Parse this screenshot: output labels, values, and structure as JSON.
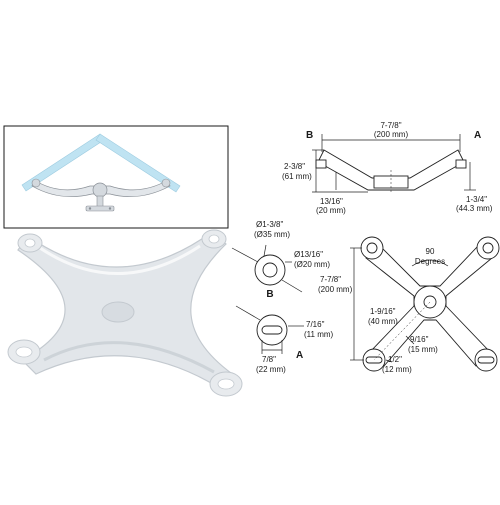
{
  "colors": {
    "background": "#ffffff",
    "line": "#222222",
    "photo_metal": "#e2e6ea",
    "glass": "#bfe3f2",
    "inset_border": "#1a1a1a"
  },
  "side_view": {
    "label_left": "B",
    "label_right": "A",
    "overall_width_in": "7-7/8\"",
    "overall_width_mm": "(200 mm)",
    "height_in": "2-3/8\"",
    "height_mm": "(61 mm)",
    "offset_left_in": "13/16\"",
    "offset_left_mm": "(20 mm)",
    "offset_right_in": "1-3/4\"",
    "offset_right_mm": "(44.3 mm)"
  },
  "detail_b": {
    "label": "B",
    "outer_dia_in": "Ø1-3/8\"",
    "outer_dia_mm": "(Ø35 mm)",
    "inner_dia_in": "Ø13/16\"",
    "inner_dia_mm": "(Ø20 mm)"
  },
  "detail_a": {
    "label": "A",
    "slot_width_in": "7/16\"",
    "slot_width_mm": "(11 mm)",
    "width_in": "7/8\"",
    "width_mm": "(22 mm)"
  },
  "top_view": {
    "angle_value": "90",
    "angle_unit": "Degrees",
    "span_in": "7-7/8\"",
    "span_mm": "(200 mm)",
    "arm_in": "1-9/16\"",
    "arm_mm": "(40 mm)",
    "arm_width_in": "9/16\"",
    "arm_width_mm": "(15 mm)",
    "hole_in": "1/2\"",
    "hole_mm": "(12 mm)"
  }
}
